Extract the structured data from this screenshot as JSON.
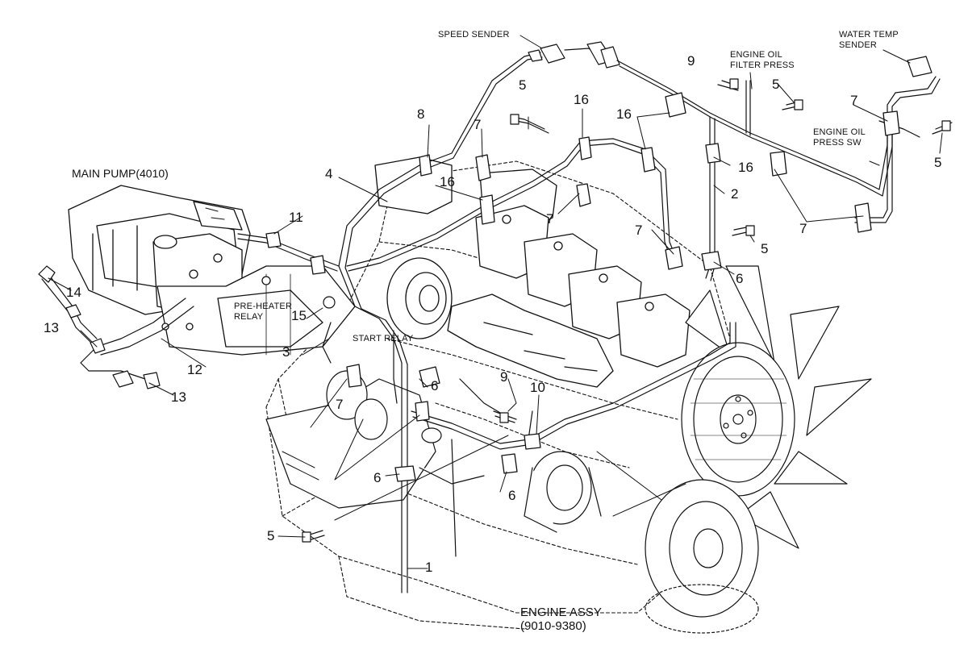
{
  "labels": {
    "speed_sender": "SPEED SENDER",
    "engine_oil_filter_press": [
      "ENGINE OIL",
      "FILTER PRESS"
    ],
    "water_temp_sender": [
      "WATER TEMP",
      "SENDER"
    ],
    "engine_oil_press_sw": [
      "ENGINE OIL",
      "PRESS SW"
    ],
    "main_pump": "MAIN PUMP(4010)",
    "pre_heater_relay": [
      "PRE-HEATER",
      "RELAY"
    ],
    "start_relay": "START RELAY",
    "engine_assy": [
      "ENGINE ASSY",
      "(9010-9380)"
    ]
  },
  "callouts": {
    "c1": "1",
    "c2": "2",
    "c3": "3",
    "c4": "4",
    "c5a": "5",
    "c5b": "5",
    "c5c": "5",
    "c5d": "5",
    "c5e": "5",
    "c6a": "6",
    "c6b": "6",
    "c6c": "6",
    "c6d": "6",
    "c7a": "7",
    "c7b": "7",
    "c7c": "7",
    "c7d": "7",
    "c7e": "7",
    "c7f": "7",
    "c8": "8",
    "c9a": "9",
    "c9b": "9",
    "c10": "10",
    "c11": "11",
    "c12": "12",
    "c13a": "13",
    "c13b": "13",
    "c14": "14",
    "c15": "15",
    "c16a": "16",
    "c16b": "16",
    "c16c": "16",
    "c16d": "16"
  },
  "colors": {
    "line": "#111111",
    "fill": "#ffffff"
  }
}
